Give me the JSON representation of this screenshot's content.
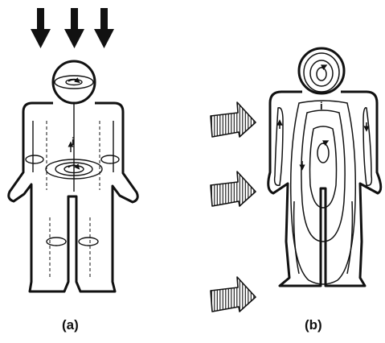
{
  "figure": {
    "panel_a": {
      "caption": "(a)",
      "current_label": "i"
    },
    "panel_b": {
      "caption": "(b)",
      "current_label": "i"
    }
  },
  "colors": {
    "ink": "#111111",
    "background": "#ffffff"
  },
  "icons": {
    "field_arrow_vertical": "down-arrow-icon",
    "field_arrow_horizontal": "hatched-right-arrow-icon"
  }
}
